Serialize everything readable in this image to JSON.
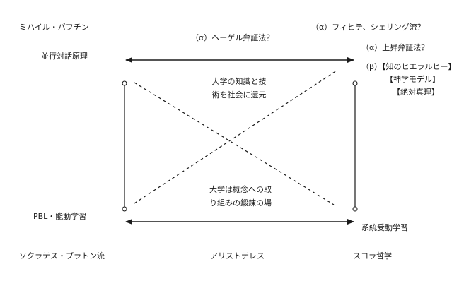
{
  "corners": {
    "top_left_title": "ミハイル・バフチン",
    "top_left": "並行対話原理",
    "bottom_left": "PBL・能動学習",
    "bottom_left_school": "ソクラテス・プラトン流",
    "bottom_middle_school": "アリストテレス",
    "bottom_right": "系統受動学習",
    "bottom_right_school": "スコラ哲学"
  },
  "top_right_labels": [
    "（α）フィヒテ、シェリング流？",
    "（α）上昇弁証法？",
    "（β）【知のヒエラルヒー】",
    "【神学モデル】",
    "【絶対真理】"
  ],
  "edges": {
    "top_arrow_label": "（α）ヘーゲル弁証法？"
  },
  "center": {
    "upper_line1": "大学の知識と技",
    "upper_line2": "術を社会に還元",
    "lower_line1": "大学は概念への取",
    "lower_line2": "り組みの鍛錬の場"
  },
  "colors": {
    "ink": "#1a1a1a",
    "background": "#ffffff"
  }
}
